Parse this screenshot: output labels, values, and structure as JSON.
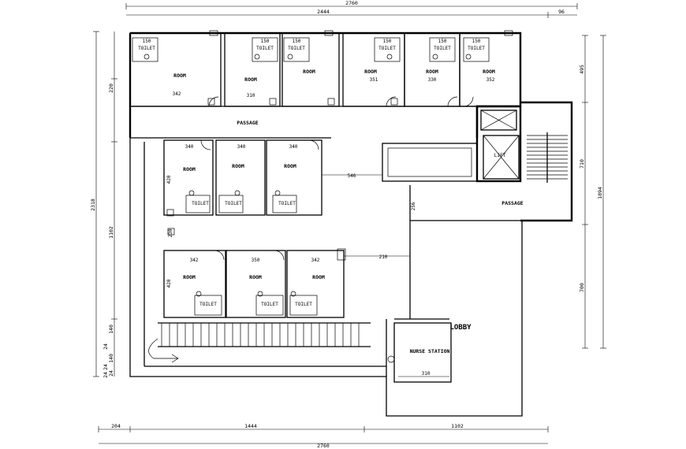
{
  "dimensions": {
    "top_overall": "2760",
    "top_inner": "2444",
    "top_right": "96",
    "bottom_left": "204",
    "bottom_mid": "1444",
    "bottom_right": "1102",
    "bottom_overall": "2760",
    "left_overall": "2318",
    "left_mid": "1102",
    "left_top": "220",
    "left_b1": "140",
    "left_b2": "24",
    "left_b3": "140",
    "left_b4": "24",
    "left_b5": "24",
    "left_b6": "24",
    "right_top": "495",
    "right_mid": "710",
    "right_low": "700",
    "right_overall": "1894"
  },
  "labels": {
    "room": "ROOM",
    "toilet": "TOILET",
    "passage_top": "PASSAGE",
    "passage_right": "PASSAGE",
    "lift": "LIFT",
    "lobby": "LOBBY",
    "nurse_station": "NURSE STATION"
  },
  "room_dims": {
    "top_row": [
      "342",
      "310",
      "",
      "351",
      "330",
      "352"
    ],
    "mid_row": [
      "340",
      "340",
      "340"
    ],
    "low_row": [
      "342",
      "350",
      "342"
    ],
    "corridor_1": "546",
    "corridor_2": "256",
    "corridor_3": "210",
    "mid_vert_1": "420",
    "mid_vert_2": "230",
    "low_vert": "420",
    "nurse_width": "310",
    "toilet_w": "150",
    "mid_toilet_w": "230"
  }
}
